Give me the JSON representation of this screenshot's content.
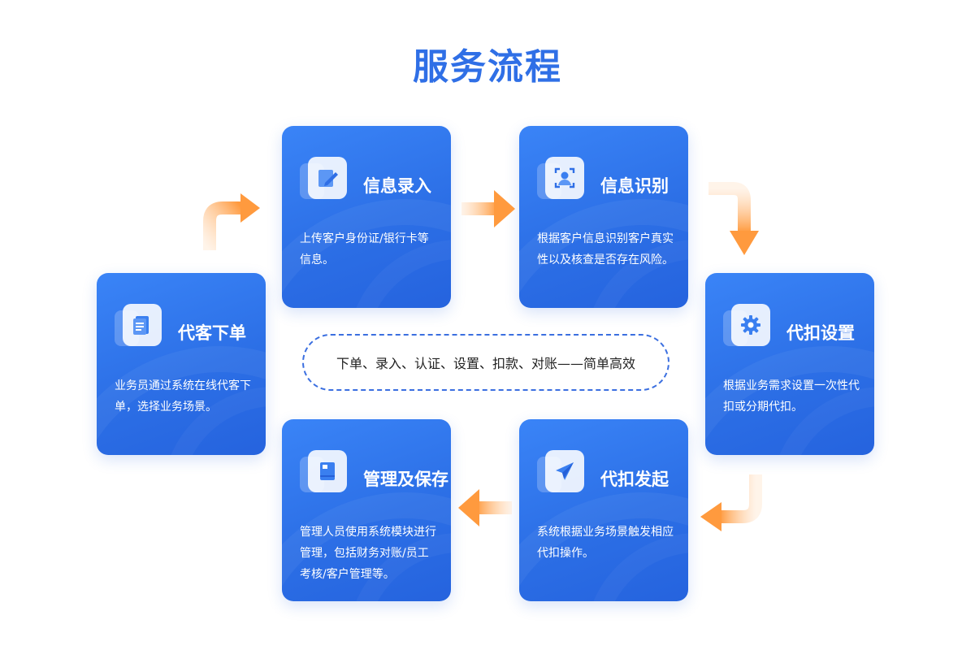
{
  "title": "服务流程",
  "center_text": "下单、录入、认证、设置、扣款、对账——简单高效",
  "colors": {
    "card": "#2f74ea",
    "title": "#2f6fe6",
    "arrow": "#ff9f4a"
  },
  "steps": [
    {
      "title": "代客下单",
      "icon": "document-icon",
      "desc": "业务员通过系统在线代客下单，选择业务场景。"
    },
    {
      "title": "信息录入",
      "icon": "pencil-icon",
      "desc": "上传客户身份证/银行卡等信息。"
    },
    {
      "title": "信息识别",
      "icon": "face-scan-icon",
      "desc": "根据客户信息识别客户真实性以及核查是否存在风险。"
    },
    {
      "title": "代扣设置",
      "icon": "gear-icon",
      "desc": "根据业务需求设置一次性代扣或分期代扣。"
    },
    {
      "title": "代扣发起",
      "icon": "paper-plane-icon",
      "desc": "系统根据业务场景触发相应代扣操作。"
    },
    {
      "title": "管理及保存",
      "icon": "notebook-icon",
      "desc": "管理人员使用系统模块进行管理，包括财务对账/员工考核/客户管理等。"
    }
  ]
}
